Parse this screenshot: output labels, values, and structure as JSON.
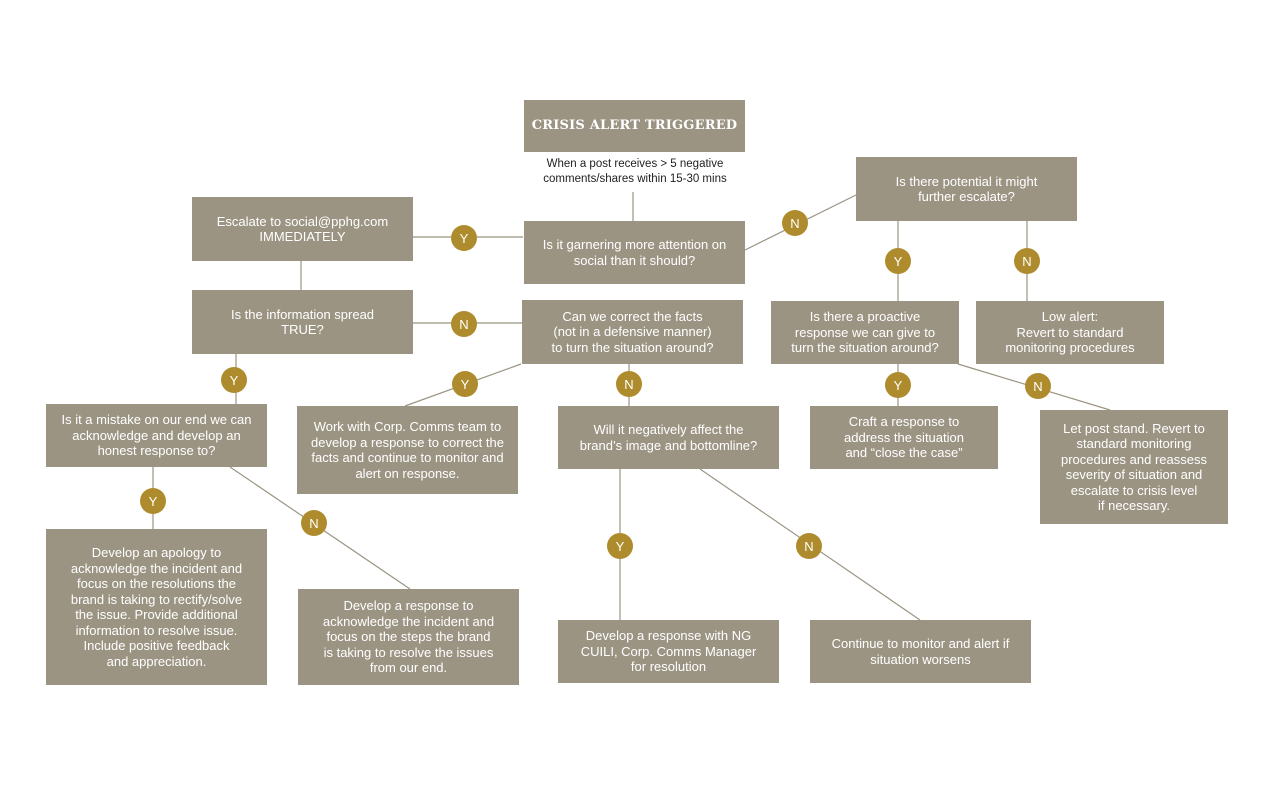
{
  "nodes": {
    "alert_title": "CRISIS ALERT TRIGGERED",
    "alert_note": "When a post receives > 5 negative\ncomments/shares within 15-30 mins",
    "q_attention": "Is it garnering more attention on\nsocial than it should?",
    "escalate": "Escalate to social@pphg.com\nIMMEDIATELY",
    "q_potential": "Is there potential it might\nfurther escalate?",
    "q_true": "Is the information spread\nTRUE?",
    "q_correct": "Can we correct the facts\n(not in a defensive manner)\nto turn the situation around?",
    "q_proactive": "Is there a proactive\nresponse we can give to\nturn the situation around?",
    "low_alert": "Low alert:\nRevert to standard\nmonitoring procedures",
    "q_mistake": "Is it a mistake on our end we can\nacknowledge and develop an\nhonest response to?",
    "corp_comms": "Work with Corp. Comms team to\ndevelop a response to correct the\nfacts and continue to monitor and\nalert on response.",
    "q_image": "Will it negatively affect the\nbrand’s image and bottomline?",
    "craft": "Craft a response to\naddress the situation\nand “close the case”",
    "let_stand": "Let post stand. Revert to\nstandard monitoring\nprocedures and reassess\nseverity of situation and\nescalate to crisis level\nif necessary.",
    "apology": "Develop an apology to\nacknowledge the incident and\nfocus on the resolutions the\nbrand is taking to rectify/solve\nthe issue. Provide additional\ninformation to resolve issue.\nInclude positive feedback\nand appreciation.",
    "ack_response": "Develop a response to\nacknowledge the incident and\nfocus on the steps the brand\nis taking to resolve the issues\nfrom our end.",
    "ng_cuili": "Develop a response with NG\nCUILI, Corp. Comms Manager\nfor resolution",
    "continue_monitor": "Continue to monitor and alert if\nsituation worsens"
  },
  "labels": {
    "yes": "Y",
    "no": "N"
  },
  "colors": {
    "box": "#9c9483",
    "badge": "#ae8b2c",
    "line": "#9c9483"
  }
}
